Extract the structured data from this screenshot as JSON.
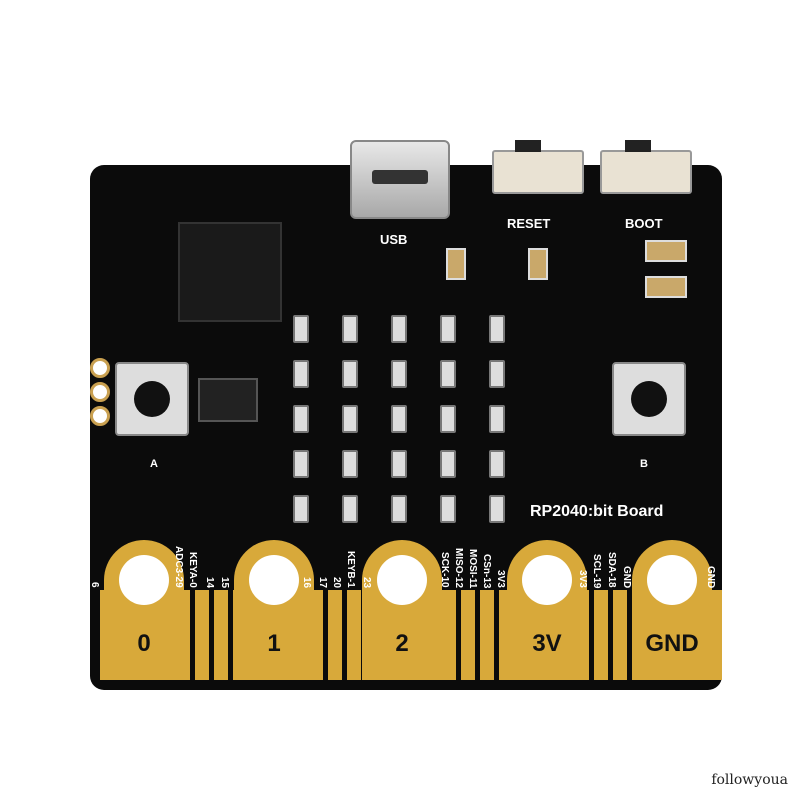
{
  "board": {
    "name": "RP2040:bit Board",
    "top_labels": {
      "usb": "USB",
      "reset": "RESET",
      "boot": "BOOT",
      "button_a": "A",
      "button_b": "B"
    },
    "pads": [
      "0",
      "1",
      "2",
      "3V",
      "GND"
    ],
    "pins": [
      "6",
      "ADC3-29",
      "KEYA-0",
      "14",
      "15",
      "16",
      "17",
      "20",
      "KEYB-1",
      "23",
      "SCK-10",
      "MISO-12",
      "MOSI-11",
      "CSn-13",
      "3V3",
      "3V3",
      "SCL-19",
      "SDA-18",
      "GND",
      "GND"
    ],
    "colors": {
      "pcb": "#0b0b0b",
      "gold": "#d8a93a"
    }
  },
  "watermark": "followyoua"
}
